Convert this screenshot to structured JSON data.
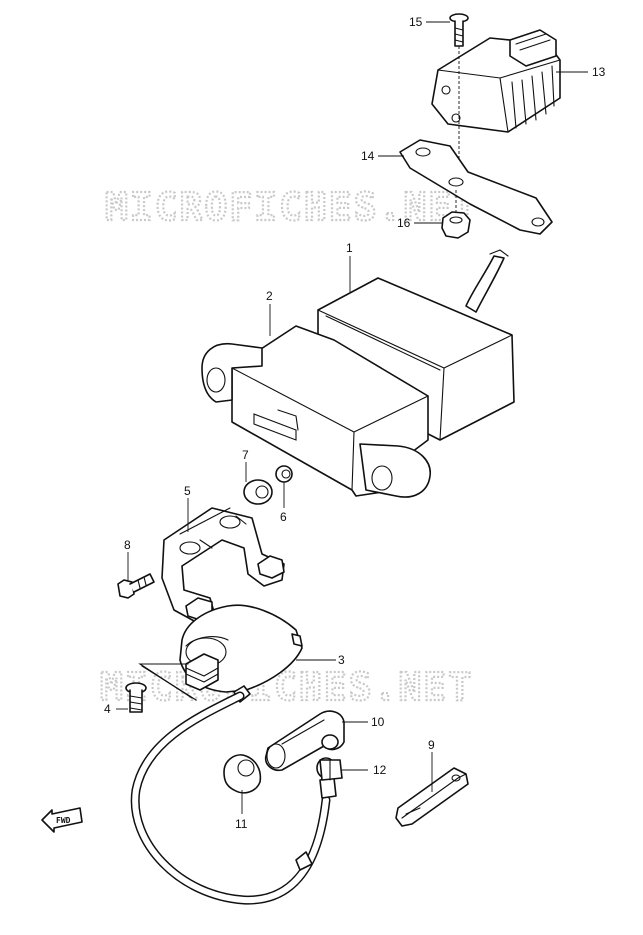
{
  "watermarks": [
    "MICROFICHES.NET",
    "MICROFICHES.NET"
  ],
  "fwd_label": "FWD",
  "callouts": {
    "p1": "1",
    "p2": "2",
    "p3": "3",
    "p4": "4",
    "p5": "5",
    "p6": "6",
    "p7": "7",
    "p8": "8",
    "p9": "9",
    "p10": "10",
    "p11": "11",
    "p12": "12",
    "p13": "13",
    "p14": "14",
    "p15": "15",
    "p16": "16"
  }
}
